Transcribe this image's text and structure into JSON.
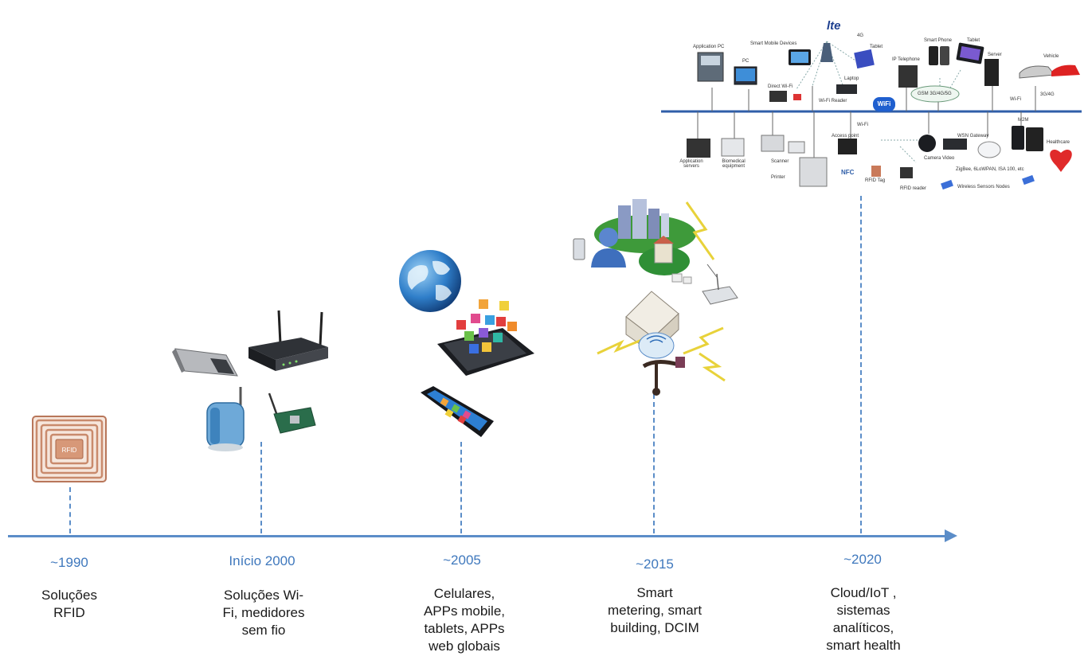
{
  "timeline": [
    {
      "year": "~1990",
      "lines": [
        "Soluções",
        "RFID"
      ]
    },
    {
      "year": "Início 2000",
      "lines": [
        "Soluções Wi-",
        "Fi, medidores",
        "sem fio"
      ]
    },
    {
      "year": "~2005",
      "lines": [
        "Celulares,",
        "APPs mobile,",
        "tablets, APPs",
        "web globais"
      ]
    },
    {
      "year": "~2015",
      "lines": [
        "Smart",
        "metering, smart",
        "building, DCIM"
      ]
    },
    {
      "year": "~2020",
      "lines": [
        "Cloud/IoT ,",
        "sistemas",
        "analíticos,",
        "smart health"
      ]
    }
  ],
  "rfid_tag": {
    "label": "RFID"
  },
  "lte_logo": {
    "text": "lte",
    "gen": "4G"
  },
  "network_diagram": {
    "top_labels": [
      "Application PC",
      "PC",
      "Smart Mobile Devices",
      "Direct Wi-Fi",
      "Wi-Fi Reader",
      "Laptop",
      "Tablet",
      "IP Telephone",
      "Smart Phone",
      "Tablet",
      "Server",
      "Vehicle",
      "Wi-Fi",
      "3G/4G"
    ],
    "cloud_label": "GSM 3G/4G/5G",
    "wifi_logo": "WiFi",
    "bottom_labels": [
      "Application servers",
      "Biomedical equipment",
      "Scanner",
      "Printer",
      "Wi-Fi",
      "Access point",
      "NFC",
      "RFID Tag",
      "RFID reader",
      "Camera Video",
      "WSN Gateway",
      "M2M",
      "Healthcare",
      "ZigBee, 6LoWPAN, ISA 100, etc",
      "Wireless Sensors Nodes"
    ]
  }
}
